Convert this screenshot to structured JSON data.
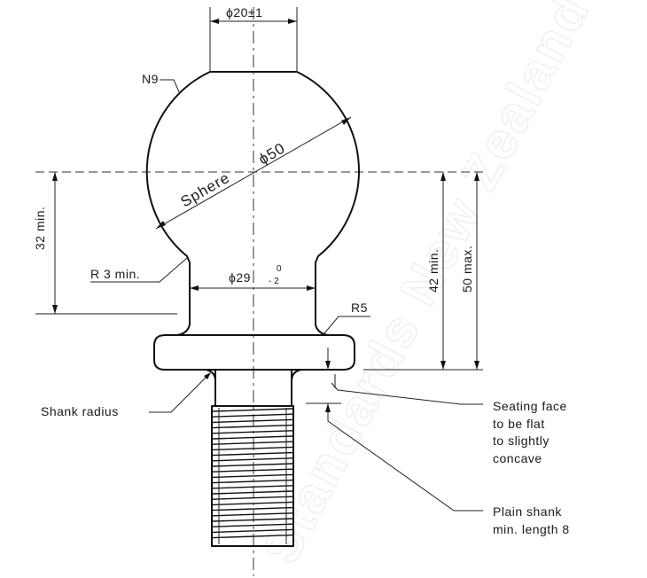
{
  "watermark": "Standards New Zealand",
  "labels": {
    "top_width": "ϕ20±1",
    "finish": "N9",
    "sphere_word": "Sphere",
    "sphere_diameter": "ϕ50",
    "neck_radius": "R 3 min.",
    "neck_diameter": "ϕ29",
    "neck_tol_upper": "0",
    "neck_tol_lower": "- 2",
    "collar_radius": "R5",
    "height_left": "32 min.",
    "height_right_min": "42 min.",
    "height_right_max": "50 max.",
    "shank_radius": "Shank radius",
    "seating_face": [
      "Seating face",
      "to be flat",
      "to slightly",
      "concave"
    ],
    "plain_shank": [
      "Plain shank",
      "min. length 8"
    ]
  },
  "colors": {
    "line": "#111111",
    "watermark": "#ececec",
    "background": "#ffffff"
  }
}
